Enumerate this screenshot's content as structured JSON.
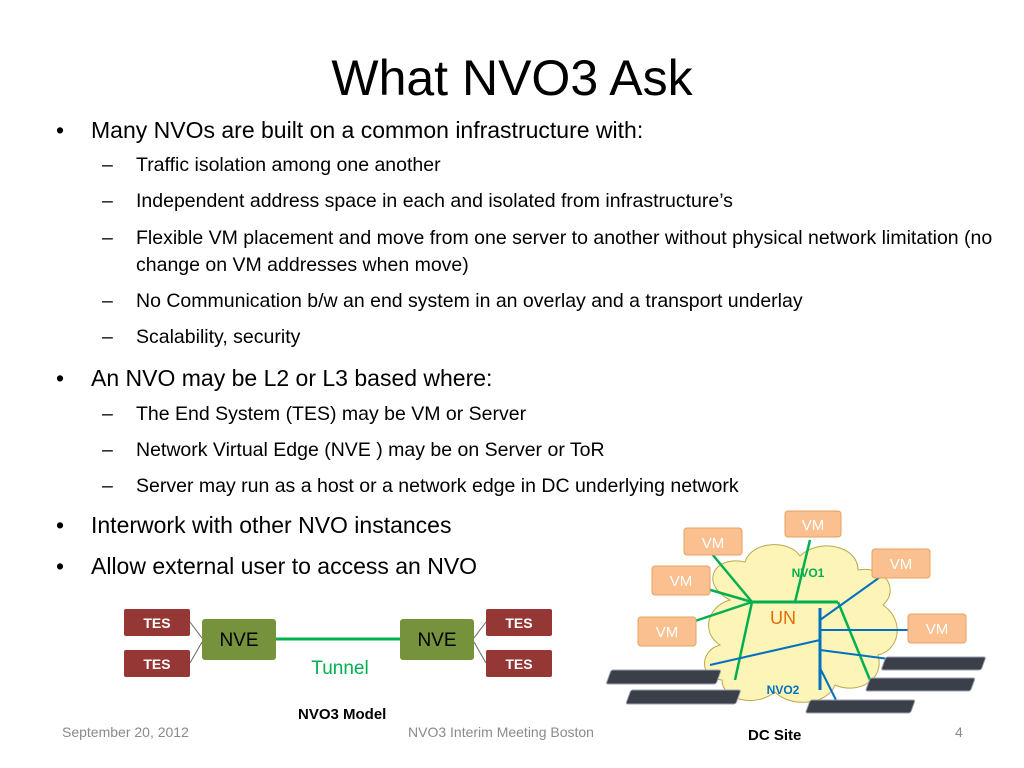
{
  "title": "What NVO3 Ask",
  "bullets": [
    {
      "text": "Many NVOs are built on a common infrastructure with:",
      "sub": [
        "Traffic isolation among one another",
        "Independent address space in each and isolated from infrastructure’s",
        "Flexible VM placement and move from one server to another without physical network limitation (no change  on VM addresses when move)",
        "No Communication b/w an end system in an overlay and a transport underlay",
        "Scalability, security"
      ]
    },
    {
      "text": "An NVO may be L2 or L3 based where:",
      "sub": [
        "The End System (TES) may be VM or Server",
        "Network Virtual Edge  (NVE ) may be on Server or ToR",
        "Server may run as a host  or a network edge in DC underlying network"
      ]
    },
    {
      "text": "Interwork with other NVO instances",
      "sub": []
    },
    {
      "text": "Allow external user to access an NVO",
      "sub": []
    }
  ],
  "model": {
    "tes_label": "TES",
    "nve_label": "NVE",
    "tunnel_label": "Tunnel",
    "caption": "NVO3 Model"
  },
  "dc": {
    "vm_label": "VM",
    "nvo1_label": "NVO1",
    "nvo2_label": "NVO2",
    "un_label": "UN",
    "caption": "DC Site"
  },
  "footer": {
    "date": "September  20, 2012",
    "event": "NVO3 Interim Meeting Boston",
    "page": "4"
  },
  "colors": {
    "tes_fill": "#953735",
    "nve_fill": "#76923c",
    "tunnel_line": "#00b050",
    "vm_fill": "#fac090",
    "vm_text": "#ffffff",
    "cloud_fill": "#fdf5b8",
    "nvo1_line": "#00b050",
    "nvo2_line": "#0070c0",
    "un_text": "#e46c0a"
  }
}
